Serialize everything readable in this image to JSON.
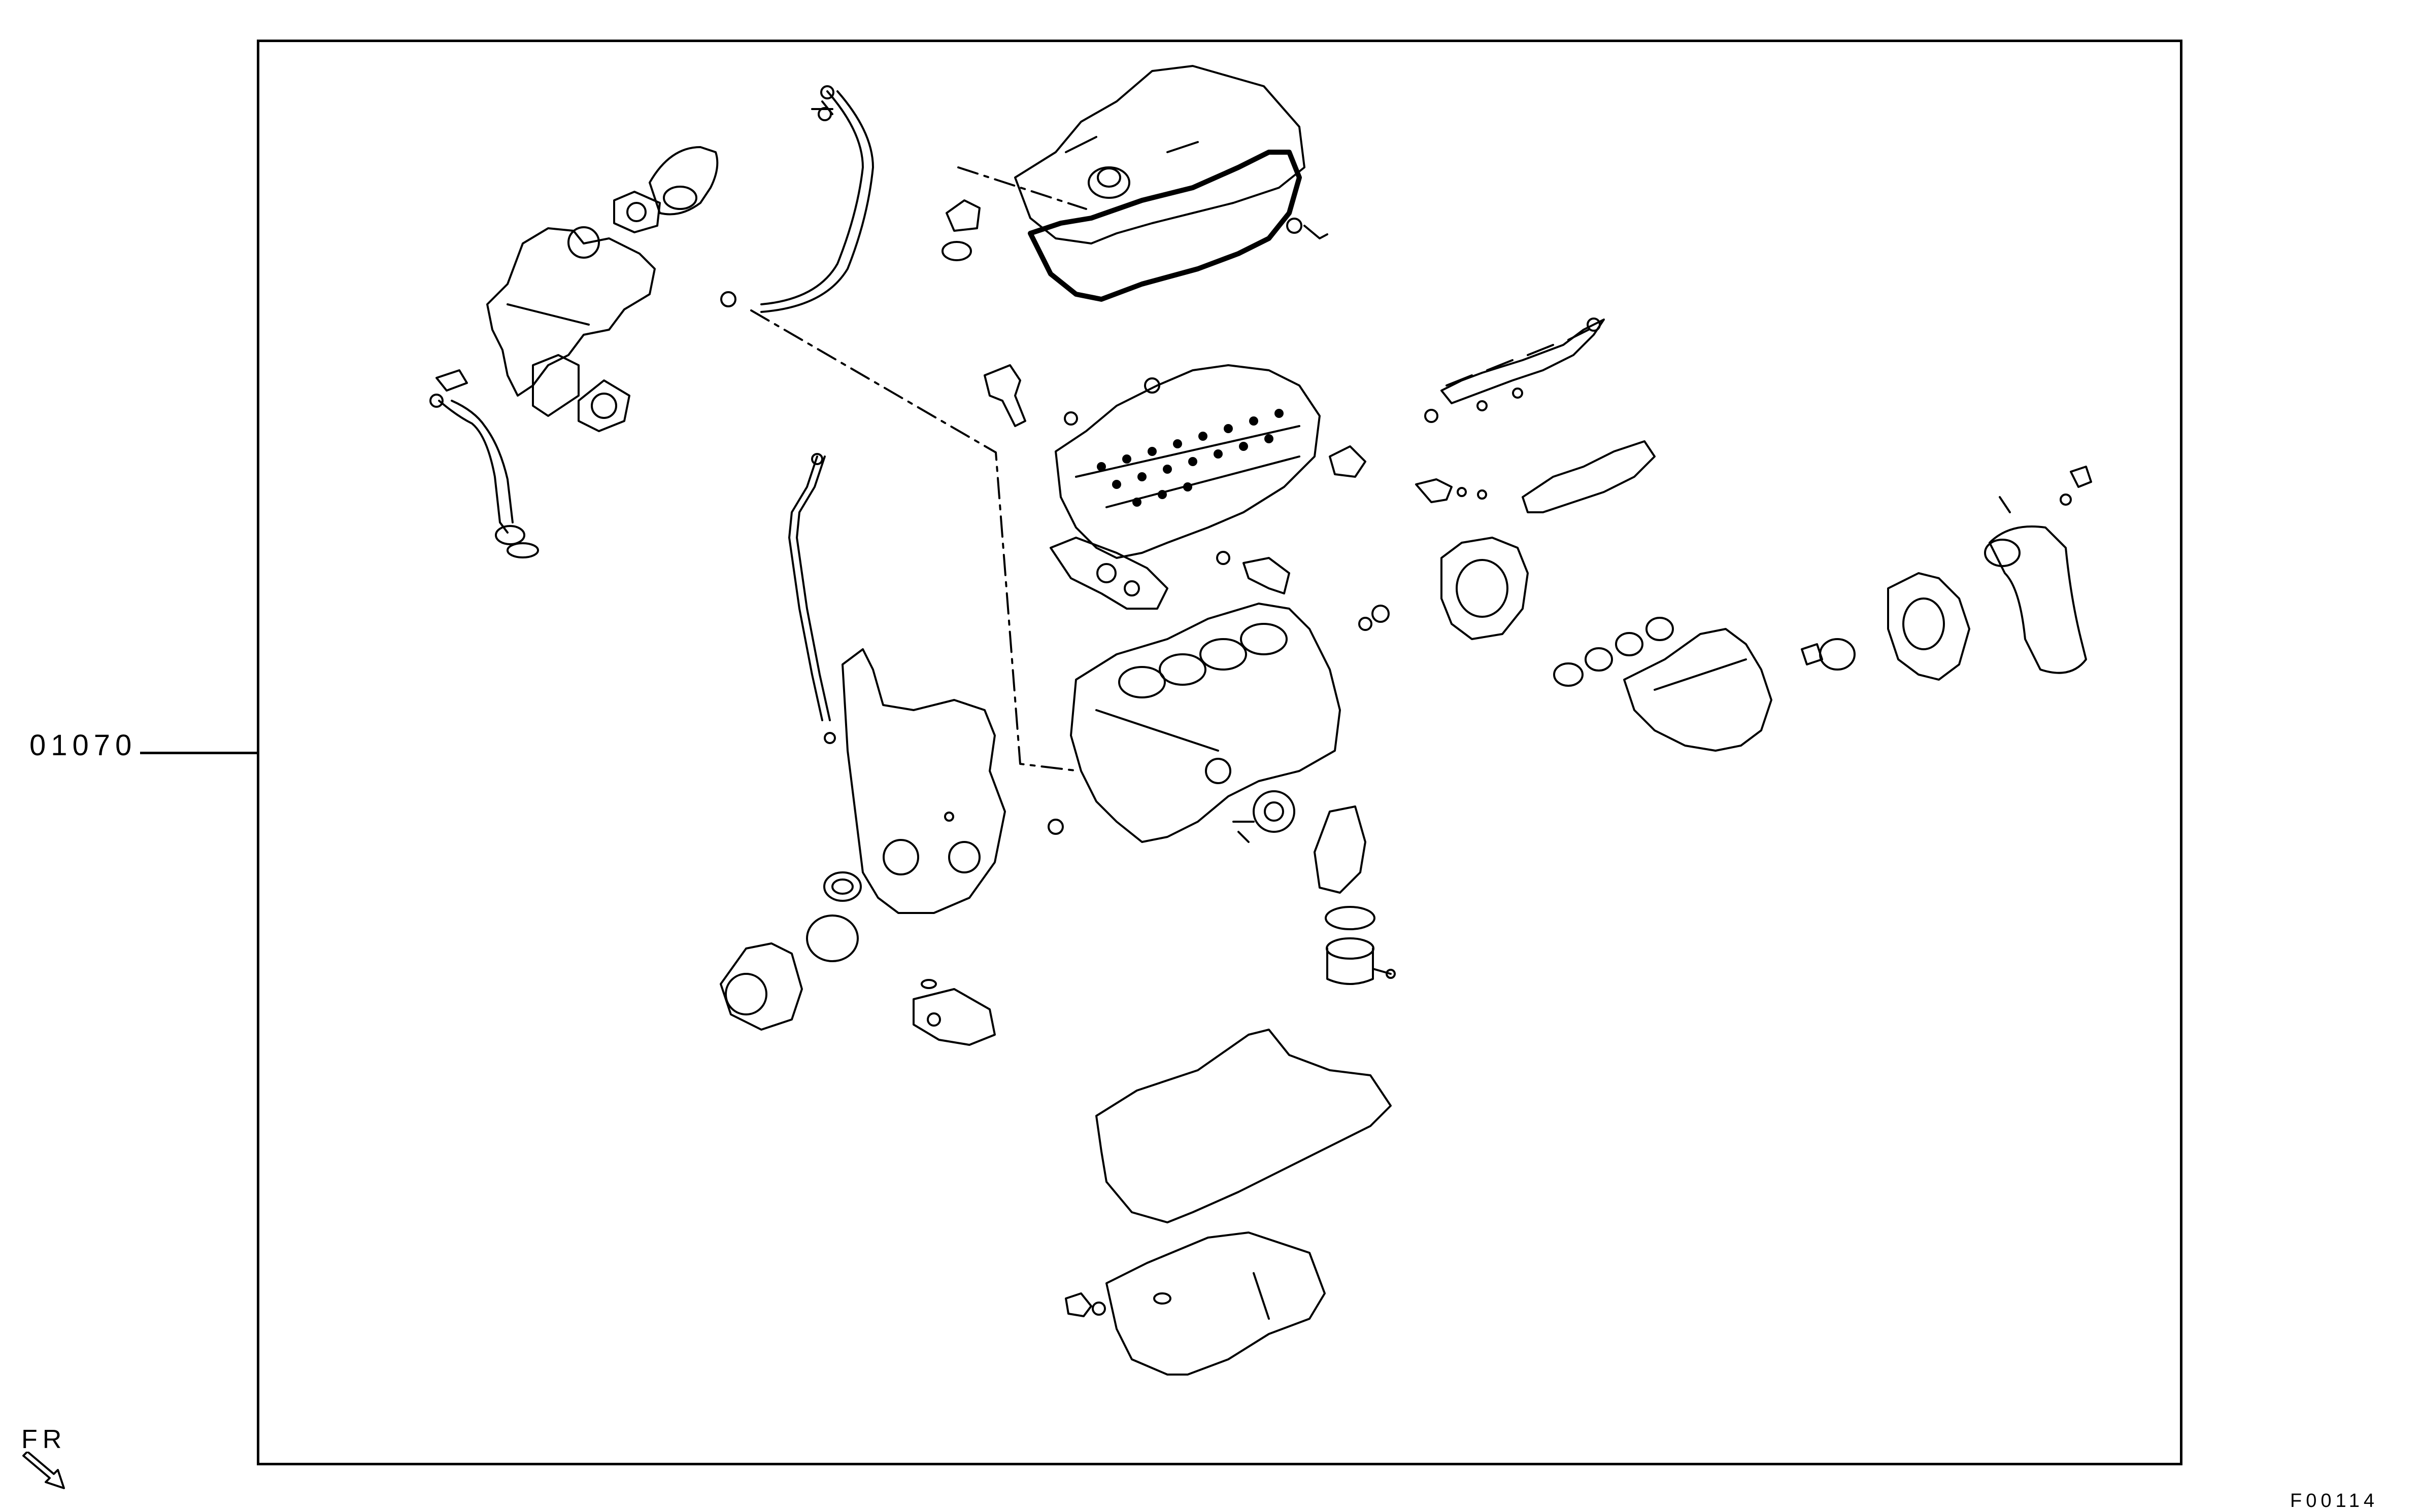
{
  "diagram": {
    "part_number": "01070",
    "direction_label": "FR",
    "figure_code": "F00114"
  },
  "icons": {
    "direction": "front-direction-arrow-icon"
  }
}
